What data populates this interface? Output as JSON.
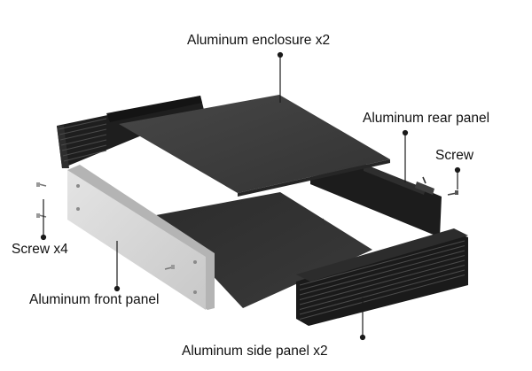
{
  "diagram": {
    "labels": {
      "enclosure": "Aluminum enclosure x2",
      "rear_panel": "Aluminum rear panel",
      "screw": "Screw",
      "screw_x4": "Screw x4",
      "front_panel": "Aluminum front panel",
      "side_panel": "Aluminum side panel x2"
    },
    "colors": {
      "plate": "#3b3b3b",
      "plate_dark": "#2a2a2a",
      "panel_black": "#1e1e1e",
      "fin_highlight": "#4a4a4a",
      "front_panel": "#d6d6d6",
      "front_panel_edge": "#b4b4b4",
      "leader": "#1a1a1a"
    }
  }
}
